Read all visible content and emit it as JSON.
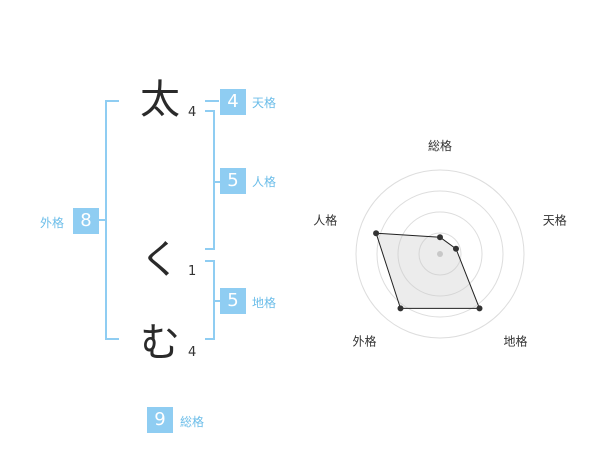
{
  "name_chars": [
    {
      "char": "太",
      "strokes": "4"
    },
    {
      "char": "く",
      "strokes": "1"
    },
    {
      "char": "む",
      "strokes": "4"
    }
  ],
  "kakusu": {
    "tenkaku": {
      "value": "4",
      "label": "天格"
    },
    "jinkaku": {
      "value": "5",
      "label": "人格"
    },
    "chikaku": {
      "value": "5",
      "label": "地格"
    },
    "gaikaku": {
      "value": "8",
      "label": "外格"
    },
    "soukaku": {
      "value": "9",
      "label": "総格"
    }
  },
  "colors": {
    "accent": "#8fcdf2",
    "label": "#6bbde9",
    "text": "#2a2a2a"
  },
  "chart_data": {
    "type": "radar",
    "axes": [
      "総格",
      "天格",
      "地格",
      "外格",
      "人格"
    ],
    "values": [
      1,
      1,
      4,
      4,
      4
    ],
    "rmax": 5,
    "rings": 4
  }
}
